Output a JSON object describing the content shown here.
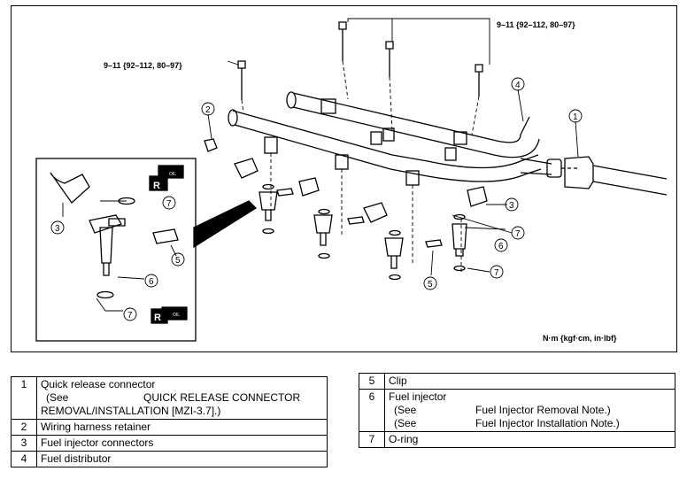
{
  "diagram": {
    "torque_top": "9–11 {92–112, 80–97}",
    "torque_left": "9–11 {92–112, 80–97}",
    "units": "N·m {kgf·cm, in·lbf}",
    "callouts": [
      "1",
      "2",
      "3",
      "4",
      "5",
      "6",
      "7"
    ],
    "detail_badge_text": "R",
    "detail_badge_sub": "OIL"
  },
  "legend_left": [
    {
      "num": "1",
      "name": "Quick release connector",
      "see": "(See",
      "ref": "QUICK RELEASE CONNECTOR",
      "ref2": "REMOVAL/INSTALLATION [MZI-3.7].)"
    },
    {
      "num": "2",
      "name": "Wiring harness retainer"
    },
    {
      "num": "3",
      "name": "Fuel injector connectors"
    },
    {
      "num": "4",
      "name": "Fuel distributor"
    }
  ],
  "legend_right": [
    {
      "num": "5",
      "name": "Clip"
    },
    {
      "num": "6",
      "name": "Fuel injector",
      "see1": "(See",
      "ref1": "Fuel Injector Removal Note.)",
      "see2": "(See",
      "ref2": "Fuel Injector Installation Note.)"
    },
    {
      "num": "7",
      "name": "O-ring"
    }
  ]
}
